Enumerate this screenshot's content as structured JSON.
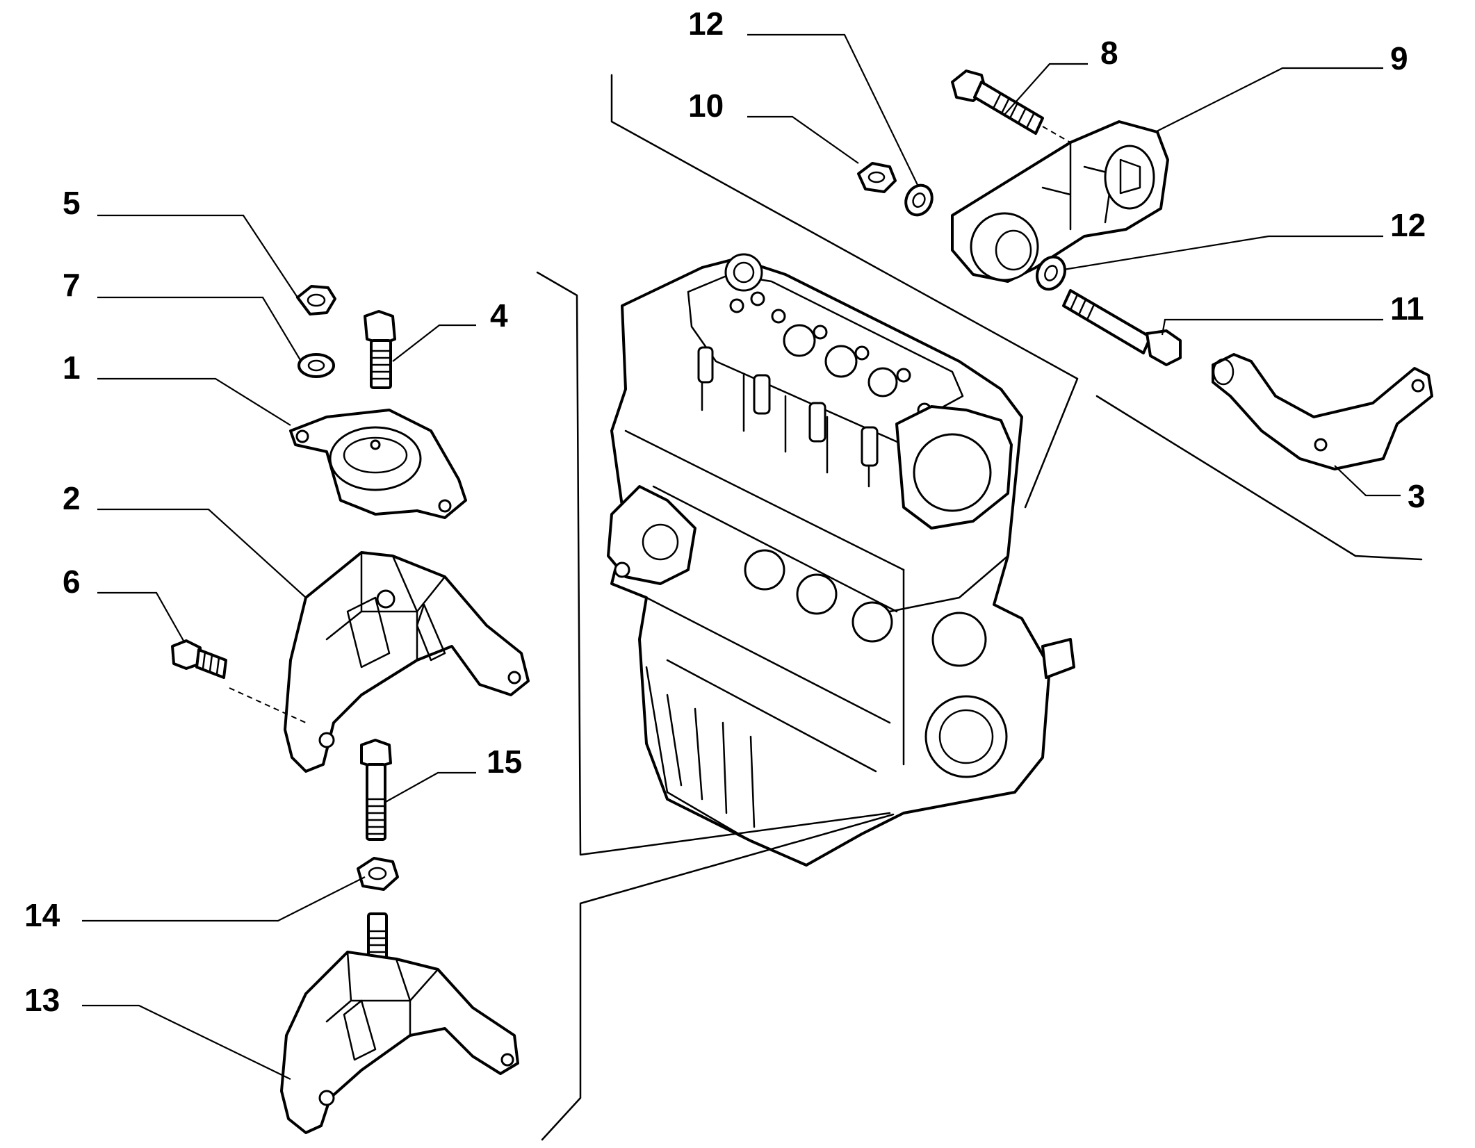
{
  "callouts": [
    {
      "id": "c1",
      "text": "1"
    },
    {
      "id": "c2",
      "text": "2"
    },
    {
      "id": "c3",
      "text": "3"
    },
    {
      "id": "c4",
      "text": "4"
    },
    {
      "id": "c5",
      "text": "5"
    },
    {
      "id": "c6",
      "text": "6"
    },
    {
      "id": "c7",
      "text": "7"
    },
    {
      "id": "c8",
      "text": "8"
    },
    {
      "id": "c9",
      "text": "9"
    },
    {
      "id": "c10",
      "text": "10"
    },
    {
      "id": "c11",
      "text": "11"
    },
    {
      "id": "c12a",
      "text": "12"
    },
    {
      "id": "c12b",
      "text": "12"
    },
    {
      "id": "c13",
      "text": "13"
    },
    {
      "id": "c14",
      "text": "14"
    },
    {
      "id": "c15",
      "text": "15"
    }
  ],
  "colors": {
    "line": "#000000",
    "background": "#ffffff"
  }
}
